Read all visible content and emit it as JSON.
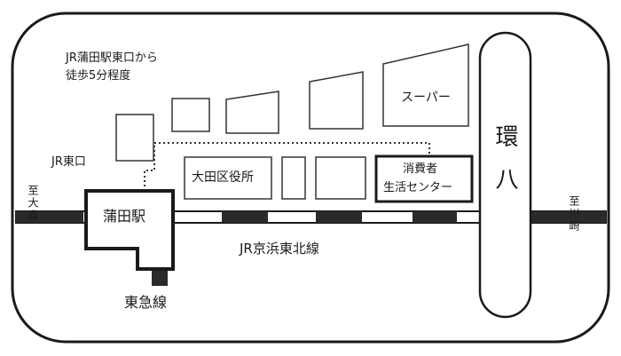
{
  "map": {
    "directions": {
      "from_station_line1": "JR蒲田駅東口から",
      "from_station_line2": "徒歩5分程度"
    },
    "station": "蒲田駅",
    "jr_east_exit": "JR東口",
    "city_office": "大田区役所",
    "consumer_center_line1": "消費者",
    "consumer_center_line2": "生活センター",
    "supermarket": "スーパー",
    "jr_line": "JR京浜東北線",
    "tokyu_line": "東急線",
    "ring_road": "環八",
    "to_omori": "至大森",
    "to_kawasaki": "至川崎"
  }
}
